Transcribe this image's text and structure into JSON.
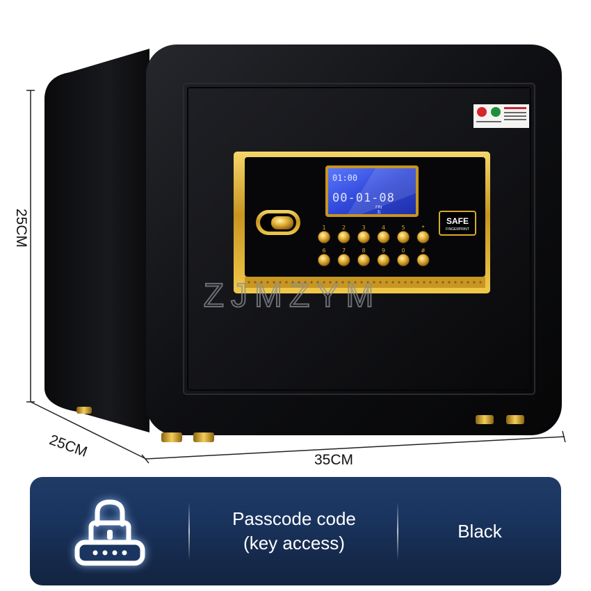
{
  "dimensions": {
    "height_label": "25CM",
    "depth_label": "25CM",
    "width_label": "35CM"
  },
  "safe": {
    "display_time": "01:00",
    "display_date": "00-01-08",
    "display_day": "FRI",
    "display_day_cn": "五",
    "badge_brand": "SAFE",
    "badge_sub": "FINGERPRINT",
    "watermark": "ZJMZYM",
    "keypad_labels": [
      "1",
      "2",
      "3",
      "4",
      "5",
      "*",
      "6",
      "7",
      "8",
      "9",
      "0",
      "#"
    ]
  },
  "banner": {
    "icon": "padlock-keypad-icon",
    "lock_type_line1": "Passcode code",
    "lock_type_line2": "(key access)",
    "color": "Black"
  },
  "colors": {
    "safe_body": "#0d0d0f",
    "gold_trim": "#d9a92c",
    "lcd_blue": "#3f5fe0",
    "banner_blue": "#1a3560"
  }
}
